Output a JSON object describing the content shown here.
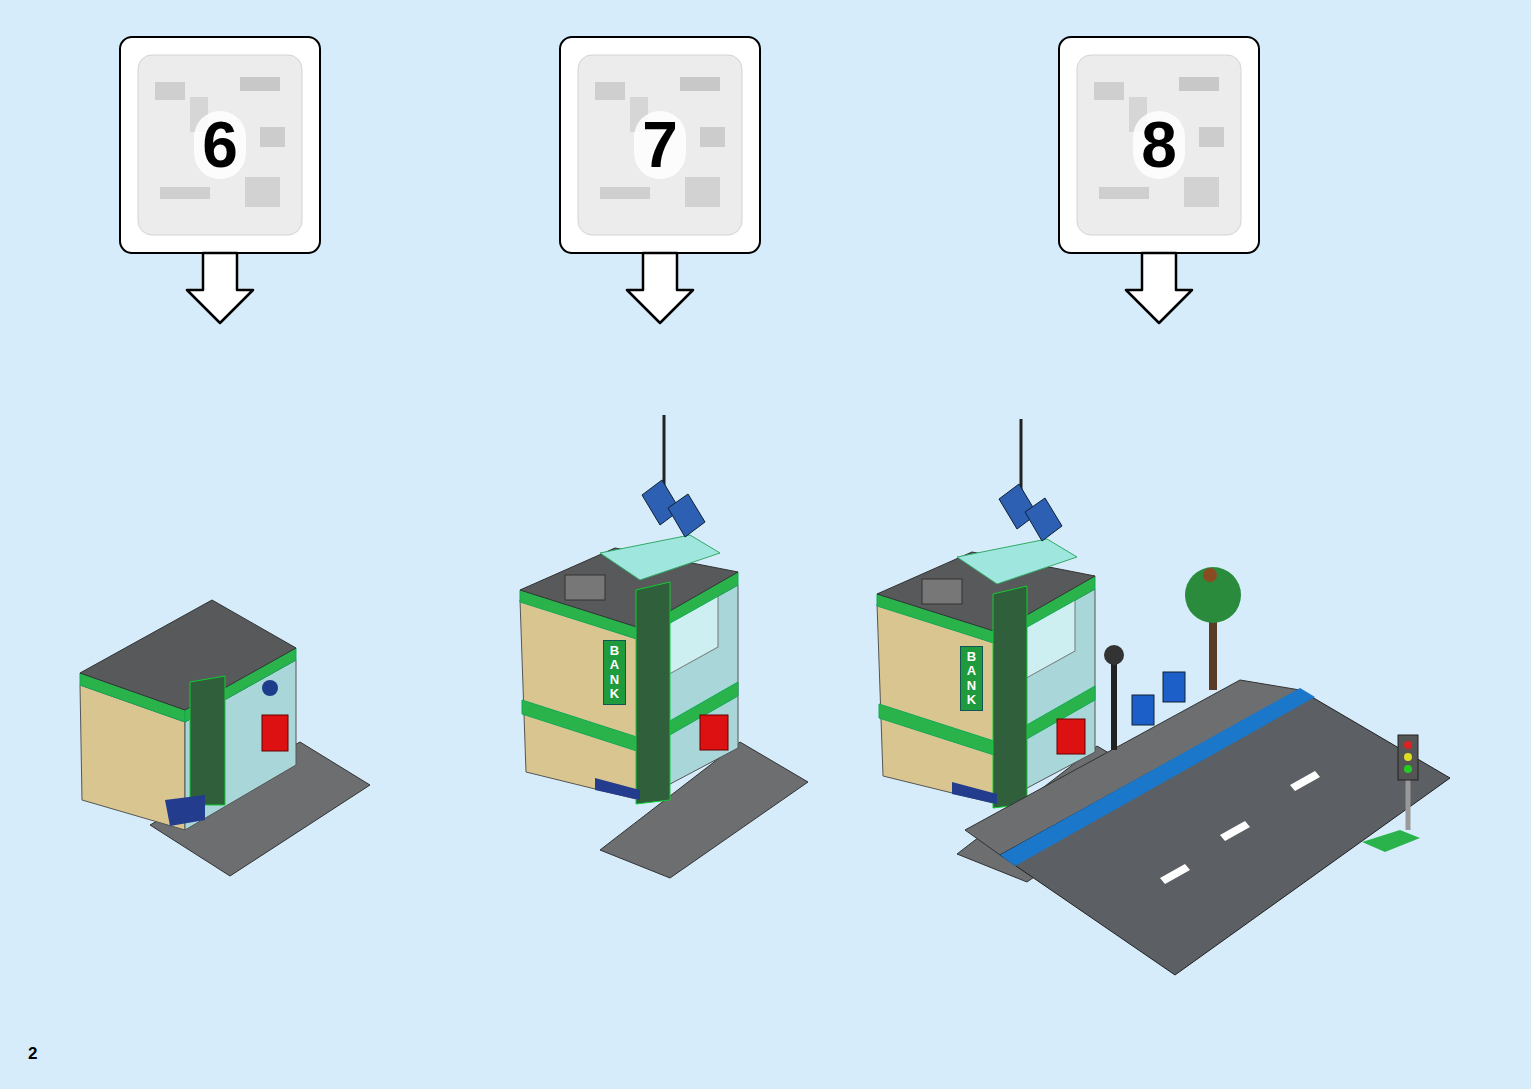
{
  "diagram": {
    "nodes": [
      {
        "text": [
          "6"
        ]
      },
      {
        "text": [
          "7"
        ]
      },
      {
        "text": [
          "8"
        ]
      }
    ],
    "edges": [],
    "labels": [
      "BANK",
      "BANK",
      "2"
    ]
  }
}
